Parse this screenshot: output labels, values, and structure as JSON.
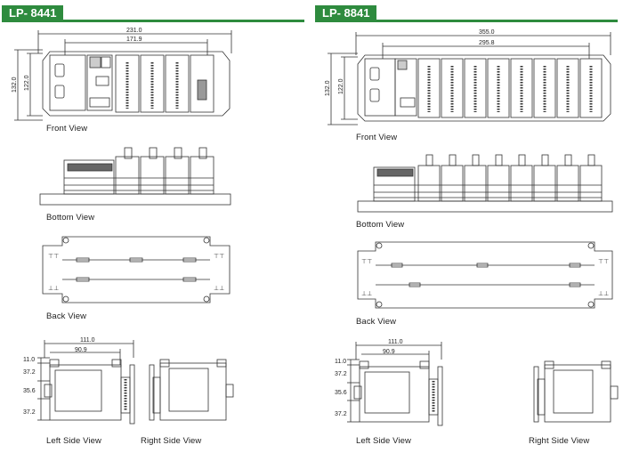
{
  "left": {
    "model": "LP- 8441",
    "front_caption": "Front View",
    "bottom_caption": "Bottom View",
    "back_caption": "Back View",
    "left_side_caption": "Left Side View",
    "right_side_caption": "Right Side View",
    "dims": {
      "total_width": "231.0",
      "slot_width": "171.9",
      "height_outer": "132.0",
      "height_inner": "122.0",
      "side_depth": "111.0",
      "side_inner": "90.9",
      "side_v1": "11.0",
      "side_v2": "37.2",
      "side_v3": "35.6",
      "side_v4": "37.2"
    }
  },
  "right": {
    "model": "LP- 8841",
    "front_caption": "Front View",
    "bottom_caption": "Bottom View",
    "back_caption": "Back View",
    "left_side_caption": "Left Side View",
    "right_side_caption": "Right Side View",
    "dims": {
      "total_width": "355.0",
      "slot_width": "295.8",
      "height_outer": "132.0",
      "height_inner": "122.0",
      "side_depth": "111.0",
      "side_inner": "90.9",
      "side_v1": "11.0",
      "side_v2": "37.2",
      "side_v3": "35.6",
      "side_v4": "37.2"
    }
  },
  "colors": {
    "accent": "#2e8b3e",
    "line": "#333333"
  }
}
